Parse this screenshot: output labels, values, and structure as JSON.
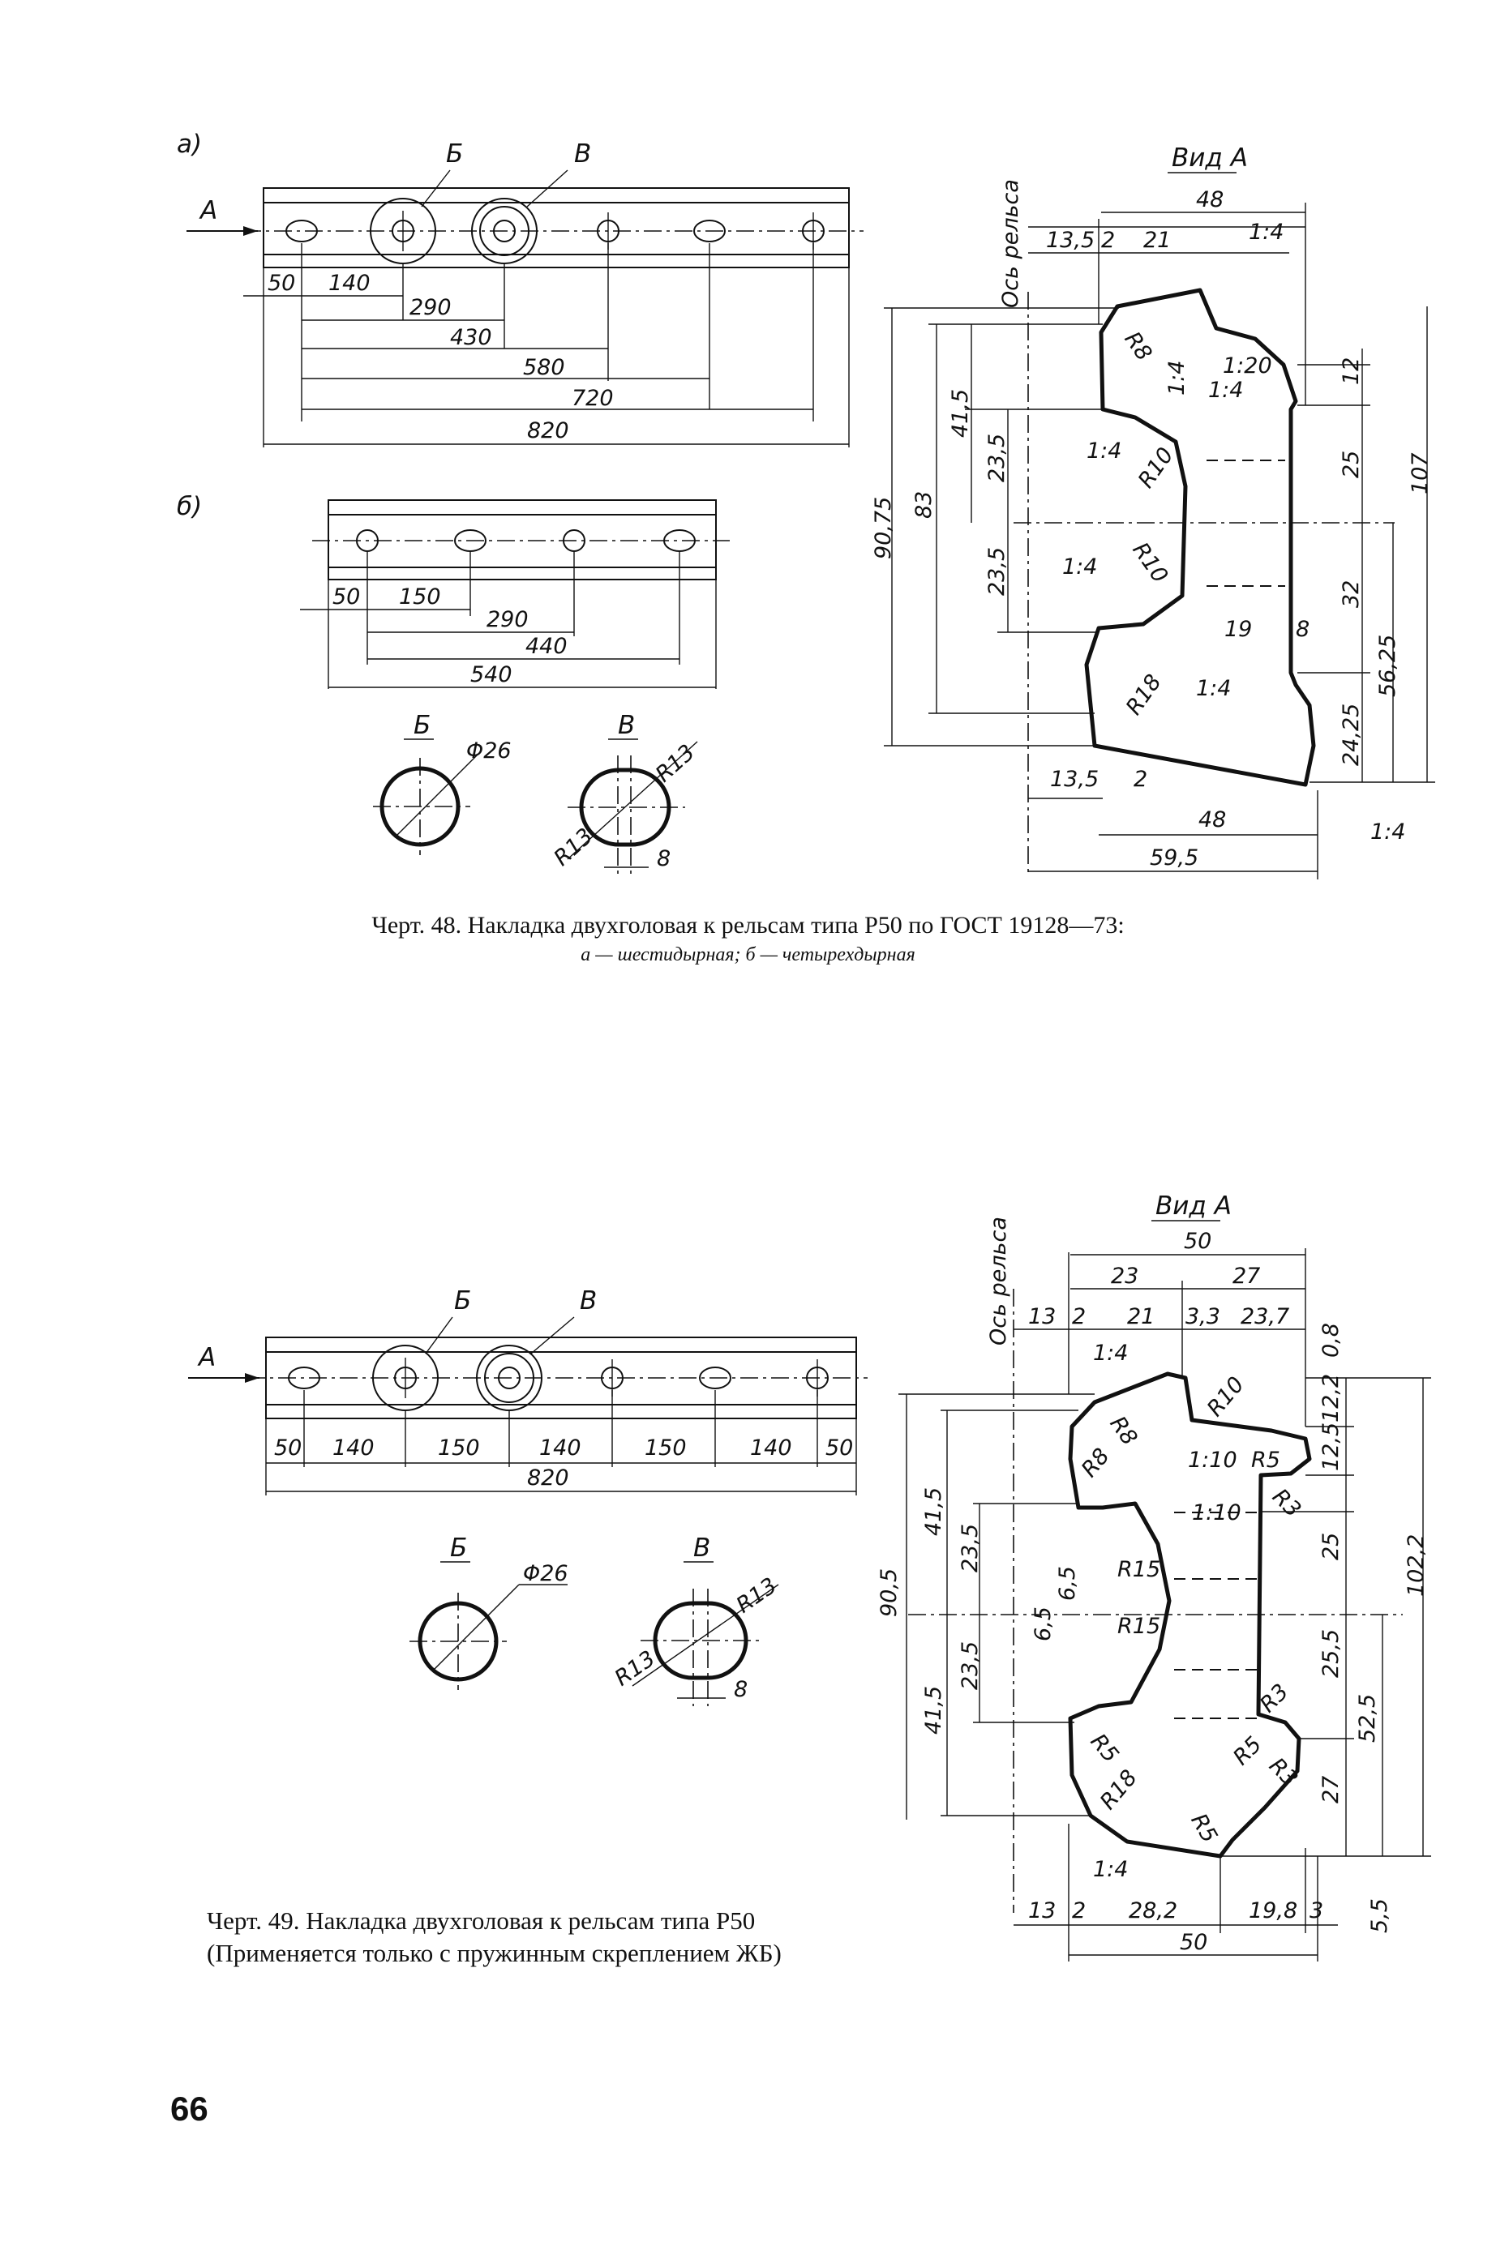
{
  "figure48": {
    "part_a_label": "а)",
    "part_b_label": "б)",
    "arrow_label": "A",
    "marker_b": "Б",
    "marker_v": "В",
    "plan_a_dims": [
      "50",
      "140",
      "290",
      "430",
      "580",
      "720",
      "820"
    ],
    "plan_b_dims": [
      "50",
      "150",
      "290",
      "440",
      "540"
    ],
    "detail_b_label": "Б",
    "detail_b_dim": "Φ26",
    "detail_v_label": "В",
    "detail_v_dims": [
      "R13",
      "R13",
      "8"
    ],
    "view_title": "Вид А",
    "rail_axis": "Ось рельса",
    "section_dims": [
      "48",
      "13,5",
      "2",
      "21",
      "1:4",
      "R8",
      "1:4",
      "1:20",
      "1:4",
      "12",
      "41,5",
      "1:4",
      "R10",
      "23,5",
      "83",
      "90,75",
      "25",
      "107",
      "23,5",
      "1:4",
      "R10",
      "32",
      "19",
      "8",
      "R18",
      "1:4",
      "56,25",
      "24,25",
      "13,5",
      "2",
      "48",
      "1:4",
      "59,5"
    ],
    "caption_line1": "Черт. 48. Накладка двухголовая к рельсам типа Р50 по ГОСТ 19128—73:",
    "caption_line2": "а — шестидырная; б — четырехдырная"
  },
  "figure49": {
    "arrow_label": "A",
    "marker_b": "Б",
    "marker_v": "В",
    "plan_dims": [
      "50",
      "140",
      "150",
      "140",
      "150",
      "140",
      "50",
      "820"
    ],
    "detail_b_label": "Б",
    "detail_b_dim": "Φ26",
    "detail_v_label": "В",
    "detail_v_dims": [
      "R13",
      "R13",
      "8"
    ],
    "view_title": "Вид А",
    "rail_axis": "Ось рельса",
    "section_dims": [
      "50",
      "23",
      "27",
      "13",
      "2",
      "21",
      "3,3",
      "23,7",
      "0,8",
      "1:4",
      "R8",
      "R10",
      "12,2",
      "R8",
      "1:10",
      "R5",
      "12,5",
      "R3",
      "1:10",
      "41,5",
      "23,5",
      "90,5",
      "25",
      "102,2",
      "R15",
      "6,5",
      "6,5",
      "R15",
      "23,5",
      "25,5",
      "R3",
      "41,5",
      "R5",
      "52,5",
      "R5",
      "R3",
      "R18",
      "27",
      "R5",
      "1:4",
      "13",
      "2",
      "28,2",
      "19,8",
      "3",
      "5,5",
      "50"
    ],
    "caption_line1": "Черт. 49. Накладка двухголовая к рельсам типа Р50",
    "caption_line2": "(Применяется только с пружинным скреплением ЖБ)"
  },
  "page_number": "66"
}
